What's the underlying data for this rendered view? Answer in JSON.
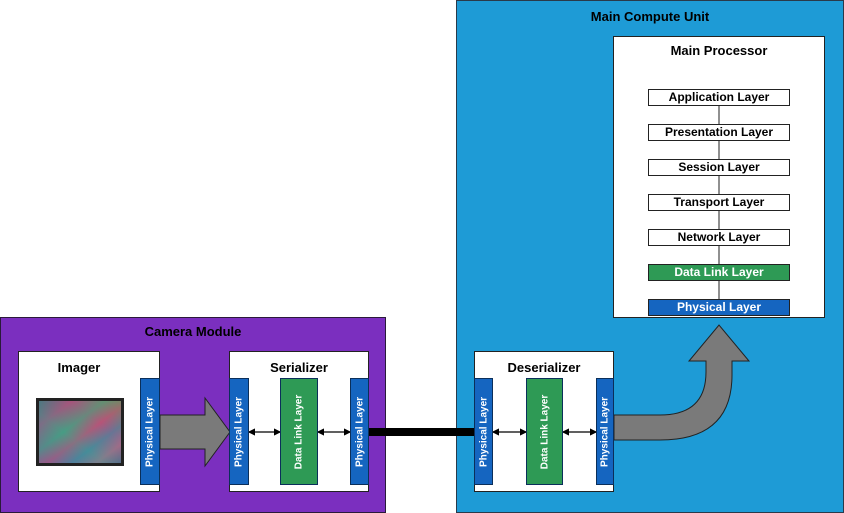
{
  "camera_module": {
    "title": "Camera Module",
    "imager": {
      "title": "Imager",
      "physical_layer": "Physical Layer"
    },
    "serializer": {
      "title": "Serializer",
      "left_physical": "Physical Layer",
      "data_link": "Data Link Layer",
      "right_physical": "Physical Layer"
    }
  },
  "main_compute_unit": {
    "title": "Main Compute Unit",
    "main_processor": {
      "title": "Main Processor",
      "layers": [
        "Application Layer",
        "Presentation Layer",
        "Session Layer",
        "Transport Layer",
        "Network Layer",
        "Data Link Layer",
        "Physical Layer"
      ]
    },
    "deserializer": {
      "title": "Deserializer",
      "left_physical": "Physical Layer",
      "data_link": "Data Link Layer",
      "right_physical": "Physical Layer"
    }
  },
  "colors": {
    "camera_bg": "#7b2fbf",
    "compute_bg": "#1e9bd6",
    "physical": "#1565c0",
    "data_link": "#2e9a55",
    "arrow": "#7a7a7a"
  }
}
